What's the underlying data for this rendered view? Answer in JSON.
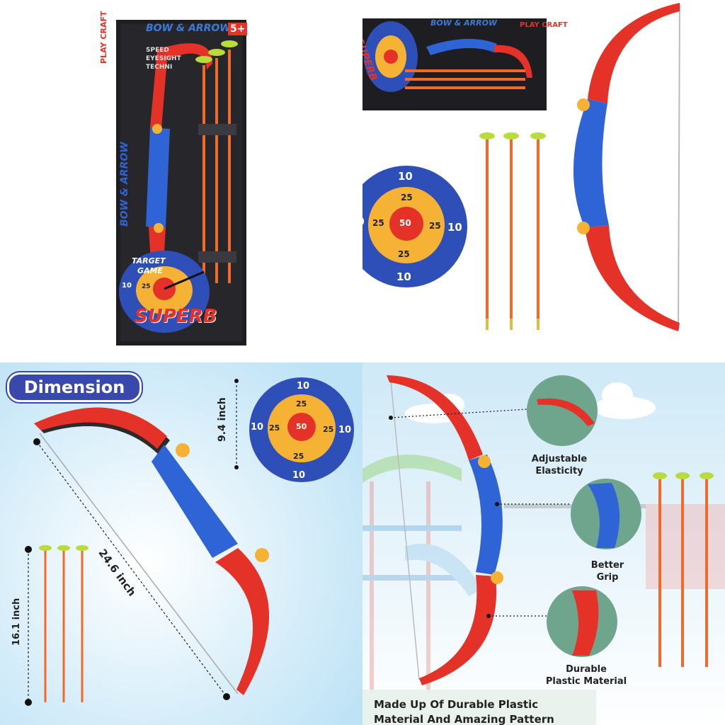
{
  "colors": {
    "bow_red": "#e53228",
    "bow_blue": "#2f64d6",
    "target_blue": "#2f4fb8",
    "target_orange": "#f6b234",
    "target_red": "#e53228",
    "arrow_orange": "#f26a2a",
    "suction_green": "#b8dc3a"
  },
  "box": {
    "title": "BOW & ARROW",
    "age": "5+",
    "brand": "PLAY CRAFT",
    "features": [
      "SPEED",
      "EYESIGHT",
      "TECHNI"
    ],
    "side_title": "BOW & ARROW",
    "target_game": [
      "TARGET",
      "GAME"
    ],
    "superb": "SUPERB"
  },
  "target": {
    "outer": "10",
    "middle": "25",
    "center": "50"
  },
  "dimension": {
    "heading": "Dimension",
    "target_height": "9.4 inch",
    "bow_length": "24.6 inch",
    "arrow_length": "16.1 inch"
  },
  "features": {
    "elasticity": [
      "Adjustable",
      "Elasticity"
    ],
    "grip": [
      "Better",
      "Grip"
    ],
    "material": [
      "Durable",
      "Plastic Material"
    ],
    "caption": [
      "Made Up Of  Durable Plastic",
      "Material And Amazing Pattern"
    ]
  }
}
